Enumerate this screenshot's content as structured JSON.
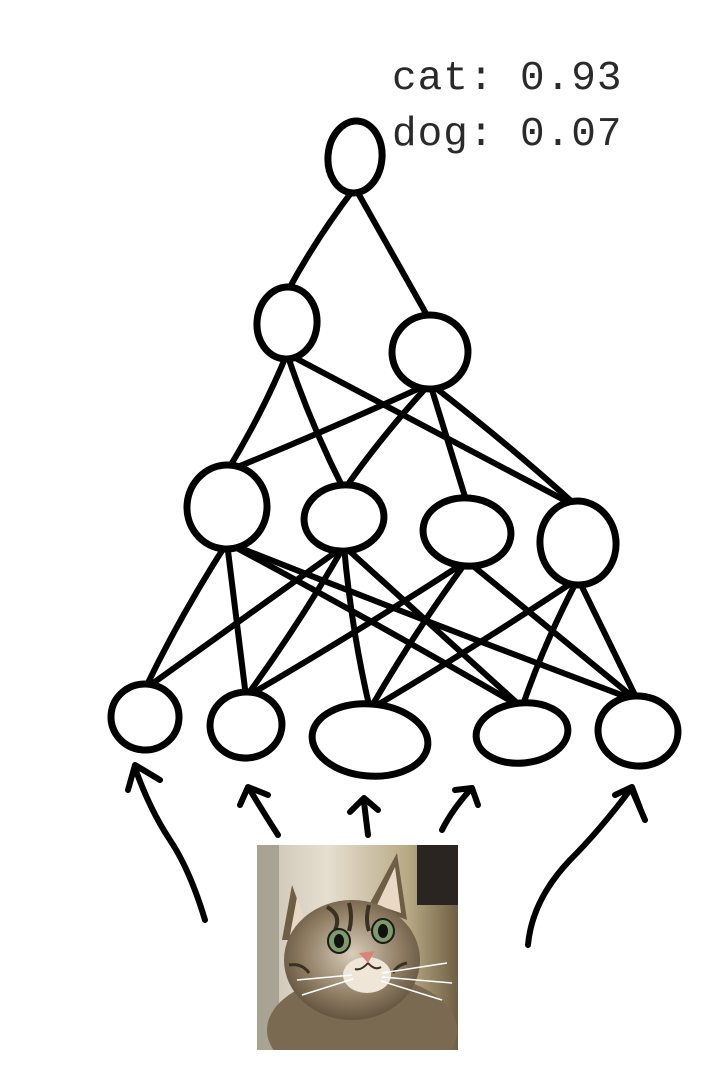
{
  "predictions": [
    {
      "label": "cat",
      "score": "0.93",
      "text": "cat: 0.93"
    },
    {
      "label": "dog",
      "score": "0.07",
      "text": "dog: 0.07"
    }
  ],
  "network": {
    "layers": [
      1,
      2,
      4,
      5
    ],
    "edges": [
      [
        [
          0,
          0
        ],
        [
          1,
          0
        ]
      ],
      [
        [
          0,
          0
        ],
        [
          1,
          1
        ]
      ],
      [
        [
          1,
          0
        ],
        [
          2,
          0
        ]
      ],
      [
        [
          1,
          0
        ],
        [
          2,
          1
        ]
      ],
      [
        [
          1,
          0
        ],
        [
          2,
          3
        ]
      ],
      [
        [
          1,
          1
        ],
        [
          2,
          0
        ]
      ],
      [
        [
          1,
          1
        ],
        [
          2,
          1
        ]
      ],
      [
        [
          1,
          1
        ],
        [
          2,
          2
        ]
      ],
      [
        [
          1,
          1
        ],
        [
          2,
          3
        ]
      ],
      [
        [
          2,
          0
        ],
        [
          3,
          0
        ]
      ],
      [
        [
          2,
          0
        ],
        [
          3,
          1
        ]
      ],
      [
        [
          2,
          0
        ],
        [
          3,
          3
        ]
      ],
      [
        [
          2,
          0
        ],
        [
          3,
          4
        ]
      ],
      [
        [
          2,
          1
        ],
        [
          3,
          0
        ]
      ],
      [
        [
          2,
          1
        ],
        [
          3,
          1
        ]
      ],
      [
        [
          2,
          1
        ],
        [
          3,
          2
        ]
      ],
      [
        [
          2,
          1
        ],
        [
          3,
          3
        ]
      ],
      [
        [
          2,
          2
        ],
        [
          3,
          1
        ]
      ],
      [
        [
          2,
          2
        ],
        [
          3,
          2
        ]
      ],
      [
        [
          2,
          2
        ],
        [
          3,
          4
        ]
      ],
      [
        [
          2,
          3
        ],
        [
          3,
          2
        ]
      ],
      [
        [
          2,
          3
        ],
        [
          3,
          3
        ]
      ],
      [
        [
          2,
          3
        ],
        [
          3,
          4
        ]
      ]
    ],
    "input_arrows": 5
  },
  "input_image": {
    "subject": "cat-photo"
  }
}
